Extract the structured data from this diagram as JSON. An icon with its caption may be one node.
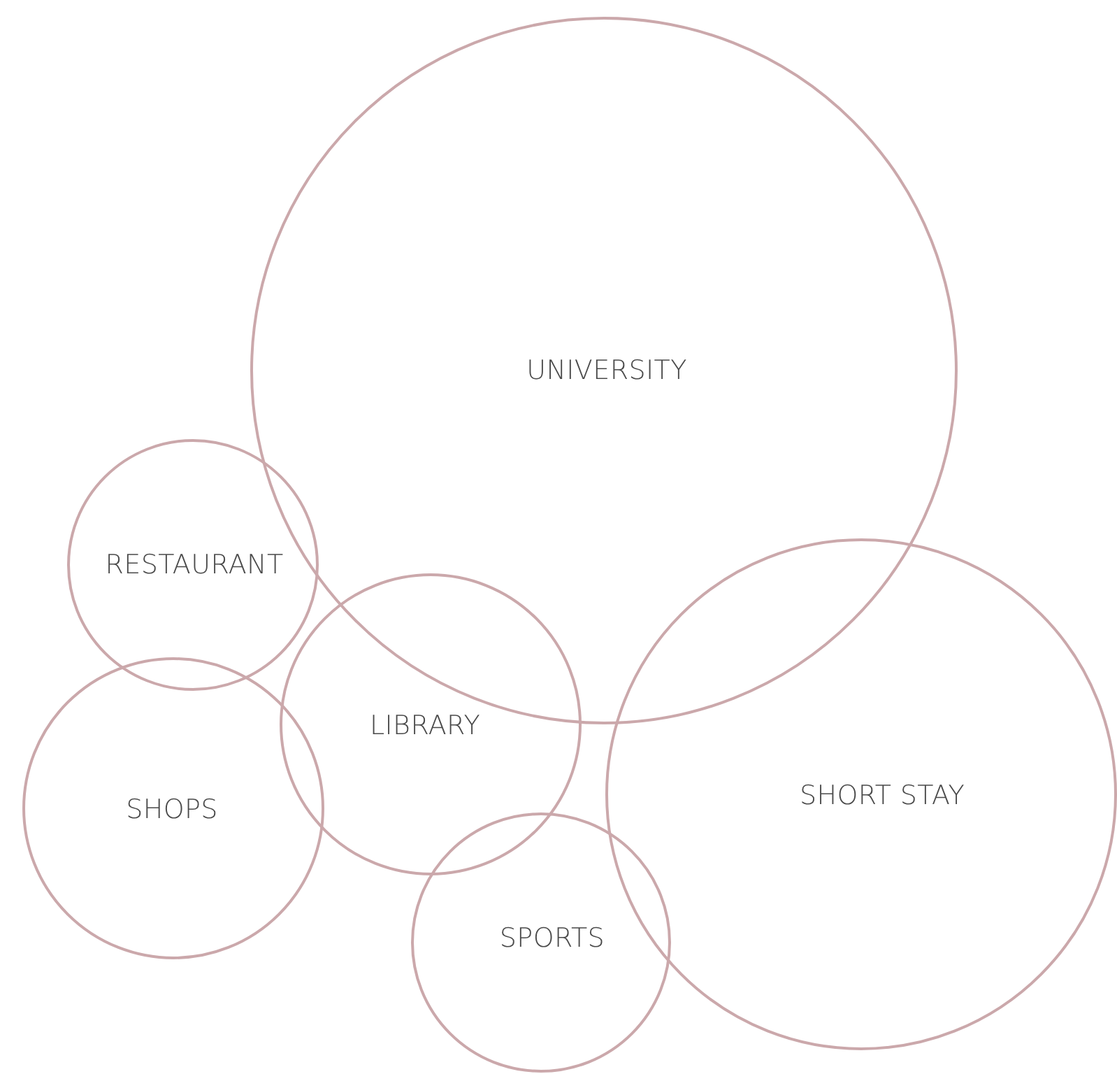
{
  "diagram": {
    "nodes": [
      {
        "text": [
          "UNIVERSITY"
        ]
      },
      {
        "text": [
          "RESTAURANT"
        ]
      },
      {
        "text": [
          "LIBRARY"
        ]
      },
      {
        "text": [
          "SHOPS"
        ]
      },
      {
        "text": [
          "SHORT STAY"
        ]
      },
      {
        "text": [
          "SPORTS"
        ]
      }
    ]
  }
}
